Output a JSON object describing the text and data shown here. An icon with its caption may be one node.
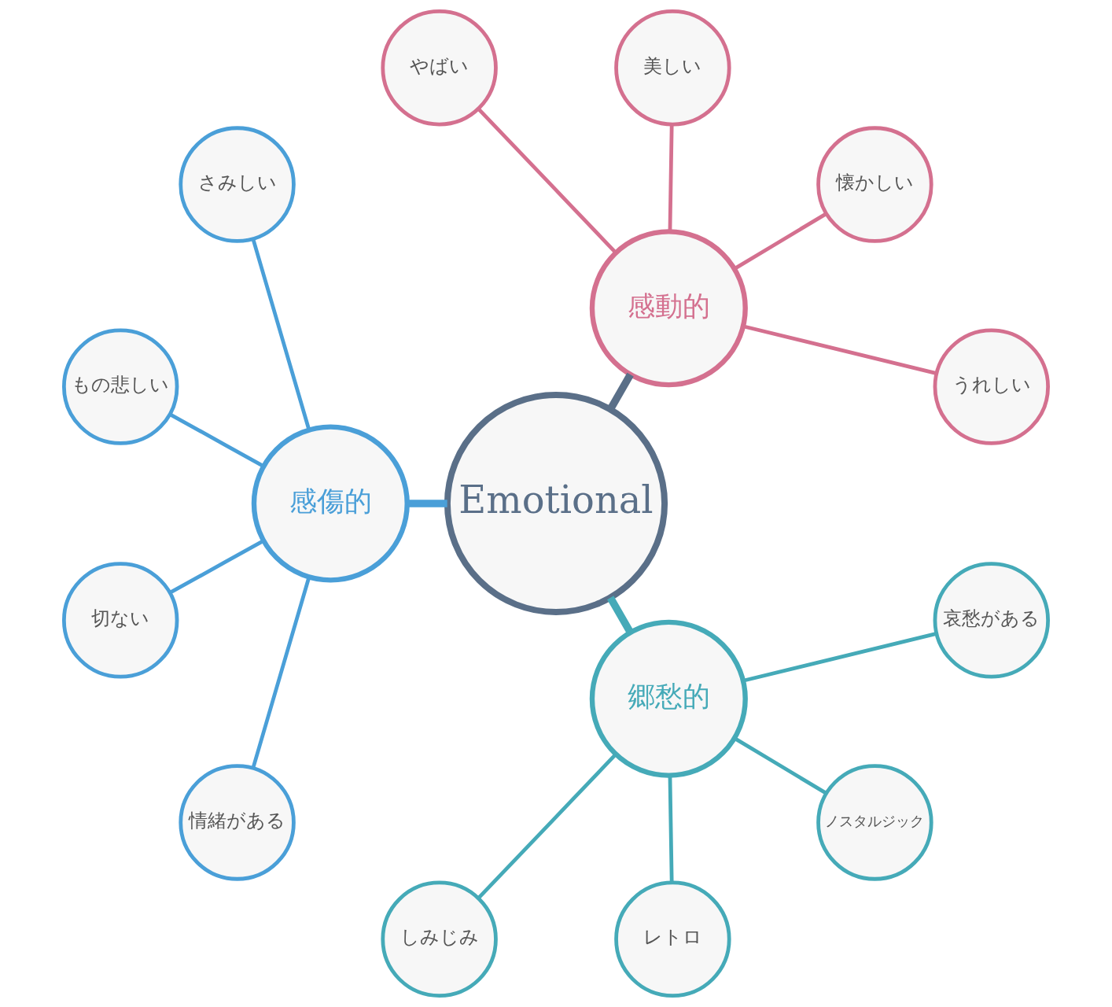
{
  "diagram": {
    "nodes": [
      {
        "text": [
          "Emotional"
        ]
      },
      {
        "text": [
          "感動的"
        ]
      },
      {
        "text": [
          "うれしい"
        ]
      },
      {
        "text": [
          "懐かしい"
        ]
      },
      {
        "text": [
          "美しい"
        ]
      },
      {
        "text": [
          "やばい"
        ]
      },
      {
        "text": [
          "感傷的"
        ]
      },
      {
        "text": [
          "さみしい"
        ]
      },
      {
        "text": [
          "もの悲しい"
        ]
      },
      {
        "text": [
          "切ない"
        ]
      },
      {
        "text": [
          "情緒がある"
        ]
      },
      {
        "text": [
          "郷愁的"
        ]
      },
      {
        "text": [
          "しみじみ"
        ]
      },
      {
        "text": [
          "レトロ"
        ]
      },
      {
        "text": [
          "ノスタルジック"
        ]
      },
      {
        "text": [
          "哀愁がある"
        ]
      }
    ],
    "edges": [
      {
        "from": 0,
        "to": 1,
        "arrow": "none",
        "style": "thick",
        "color": "#5a6f88"
      },
      {
        "from": 1,
        "to": 2,
        "arrow": "none",
        "color": "#d4708f"
      },
      {
        "from": 1,
        "to": 3,
        "arrow": "none",
        "color": "#d4708f"
      },
      {
        "from": 1,
        "to": 4,
        "arrow": "none",
        "color": "#d4708f"
      },
      {
        "from": 1,
        "to": 5,
        "arrow": "none",
        "color": "#d4708f"
      },
      {
        "from": 0,
        "to": 6,
        "arrow": "none",
        "style": "thick",
        "color": "#4a9fd8"
      },
      {
        "from": 6,
        "to": 7,
        "arrow": "none",
        "color": "#4a9fd8"
      },
      {
        "from": 6,
        "to": 8,
        "arrow": "none",
        "color": "#4a9fd8"
      },
      {
        "from": 6,
        "to": 9,
        "arrow": "none",
        "color": "#4a9fd8"
      },
      {
        "from": 6,
        "to": 10,
        "arrow": "none",
        "color": "#4a9fd8"
      },
      {
        "from": 0,
        "to": 11,
        "arrow": "none",
        "style": "thick",
        "color": "#45aab8"
      },
      {
        "from": 11,
        "to": 12,
        "arrow": "none",
        "color": "#45aab8"
      },
      {
        "from": 11,
        "to": 13,
        "arrow": "none",
        "color": "#45aab8"
      },
      {
        "from": 11,
        "to": 14,
        "arrow": "none",
        "color": "#45aab8"
      },
      {
        "from": 11,
        "to": 15,
        "arrow": "none",
        "color": "#45aab8"
      }
    ]
  }
}
